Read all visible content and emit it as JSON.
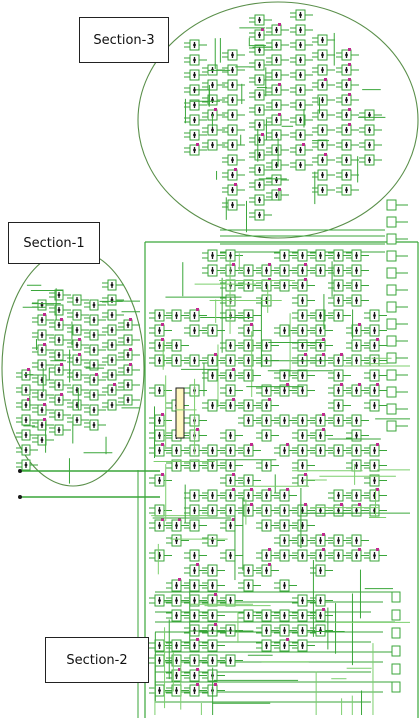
{
  "sections": {
    "section3": {
      "label": "Section-3"
    },
    "section1": {
      "label": "Section-1"
    },
    "section2": {
      "label": "Section-2"
    }
  },
  "colors": {
    "wire": "#3aa63a",
    "wire_light": "#7ccf6e",
    "circle": "#5a8f4a",
    "component": "#1a1a1a",
    "accent": "#c0298f",
    "label_border": "#222222",
    "background": "#ffffff"
  }
}
